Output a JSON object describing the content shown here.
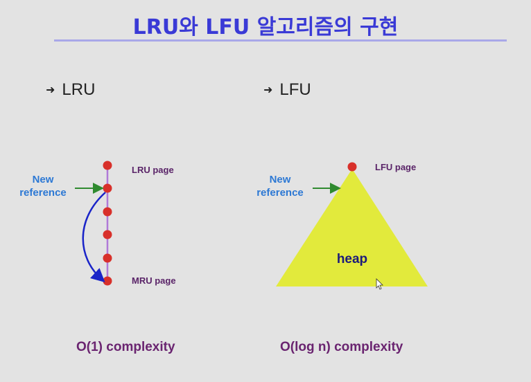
{
  "title": "LRU와 LFU 알고리즘의 구현",
  "bullet_symbol": "➜",
  "lru": {
    "heading": "LRU",
    "new_reference_line1": "New",
    "new_reference_line2": "reference",
    "top_label": "LRU page",
    "bottom_label": "MRU page",
    "complexity": "O(1) complexity"
  },
  "lfu": {
    "heading": "LFU",
    "new_reference_line1": "New",
    "new_reference_line2": "reference",
    "top_label": "LFU page",
    "heap_label": "heap",
    "complexity": "O(log n) complexity"
  },
  "colors": {
    "title": "#3a3ad6",
    "node": "#d8302a",
    "list_line": "#b07ad8",
    "arrow_green": "#2f8a2f",
    "arrow_blue": "#1a24c8",
    "heap_fill": "#e2ea3c"
  }
}
